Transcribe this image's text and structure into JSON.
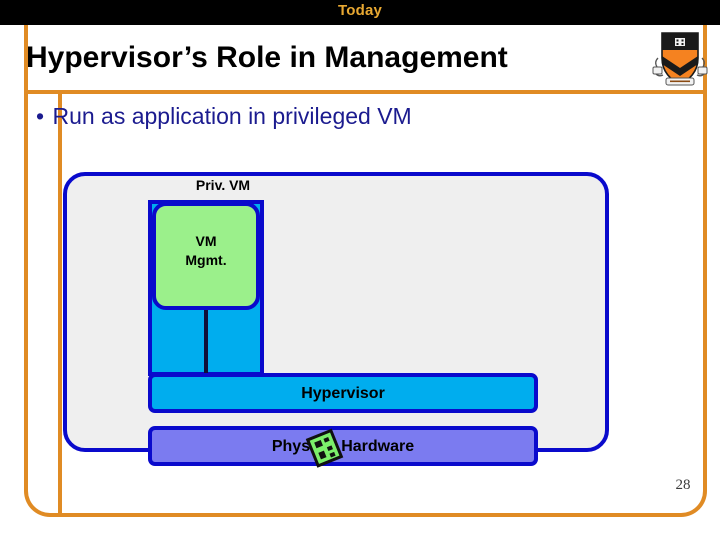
{
  "banner": {
    "label": "Today",
    "text_color": "#E8A832",
    "background": "#000000"
  },
  "header": {
    "title": "Hypervisor’s Role in Management",
    "logo_name": "princeton-shield",
    "logo_colors": {
      "orange": "#F58220",
      "black": "#1A1A1A"
    }
  },
  "frame": {
    "accent_color": "#E08B24"
  },
  "body": {
    "bullet": {
      "marker": "•",
      "text": "Run as application in privileged VM",
      "color": "#1B1B8F"
    }
  },
  "diagram": {
    "outer_box": {
      "label": "Priv. VM",
      "fill": "#EFEFEF",
      "stroke": "#0A0ACC"
    },
    "vm_column": {
      "fill": "#00ADEE",
      "stroke": "#0A0ACC"
    },
    "vm_mgmt_box": {
      "label_line1": "VM",
      "label_line2": "Mgmt.",
      "fill": "#9BF08B",
      "stroke": "#0A0ACC"
    },
    "connector": {
      "color": "#101038"
    },
    "hypervisor_bar": {
      "label": "Hypervisor",
      "fill": "#00ADEE",
      "stroke": "#0A0ACC"
    },
    "hardware_bar": {
      "label": "Physical Hardware",
      "fill": "#7B7BF0",
      "stroke": "#0A0ACC"
    },
    "chip_icon": {
      "name": "chip-icon",
      "fill": "#7CEF6B",
      "stroke": "#101010"
    }
  },
  "footer": {
    "page_number": "28"
  }
}
